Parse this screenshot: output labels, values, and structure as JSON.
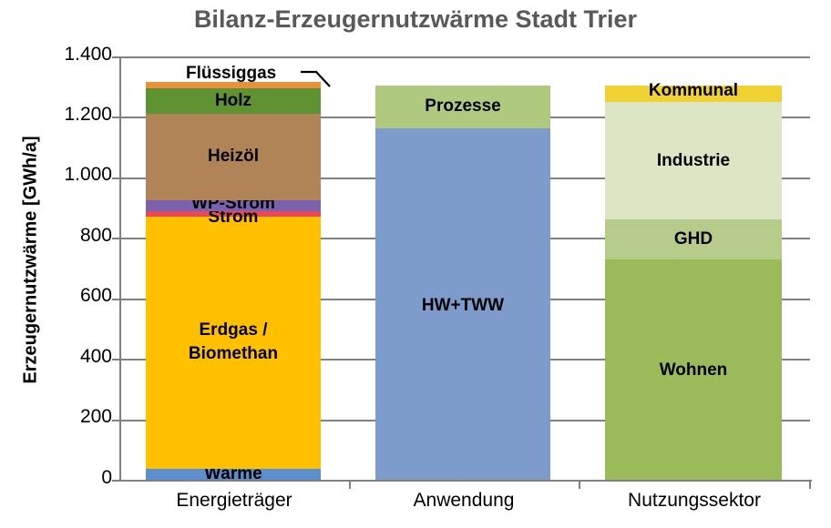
{
  "chart_data": {
    "type": "bar",
    "stacked": true,
    "title": "Bilanz-Erzeugernutzwärme Stadt Trier",
    "xlabel": "",
    "ylabel": "Erzeugernutzwärme [GWh/a]",
    "ylim": [
      0,
      1400
    ],
    "yticks": [
      0,
      200,
      400,
      600,
      800,
      1000,
      1200,
      1400
    ],
    "ytick_labels": [
      "0",
      "200",
      "400",
      "600",
      "800",
      "1.000",
      "1.200",
      "1.400"
    ],
    "grid": true,
    "legend": "none (in-bar labels)",
    "categories": [
      "Energieträger",
      "Anwendung",
      "Nutzungssektor"
    ],
    "columns": [
      {
        "category": "Energieträger",
        "total": 1315,
        "segments": [
          {
            "name": "Wärme",
            "value": 36,
            "color": "#5B8FD1"
          },
          {
            "name": "Erdgas /\nBiomethan",
            "label_line1": "Erdgas /",
            "label_line2": "Biomethan",
            "value": 834,
            "color": "#FFC000"
          },
          {
            "name": "Strom",
            "value": 18,
            "color": "#E8495A"
          },
          {
            "name": "WP-Strom",
            "value": 37,
            "color": "#7C62AE"
          },
          {
            "name": "Heizöl",
            "value": 285,
            "color": "#B08457"
          },
          {
            "name": "Holz",
            "value": 85,
            "color": "#5E9233"
          },
          {
            "name": "Flüssiggas",
            "value": 20,
            "color": "#E8903A"
          }
        ]
      },
      {
        "category": "Anwendung",
        "total": 1304,
        "segments": [
          {
            "name": "HW+TWW",
            "value": 1163,
            "color": "#7D9BCB"
          },
          {
            "name": "Prozesse",
            "value": 141,
            "color": "#AFC97E"
          }
        ]
      },
      {
        "category": "Nutzungssektor",
        "total": 1304,
        "segments": [
          {
            "name": "Wohnen",
            "value": 729,
            "color": "#9BBA59"
          },
          {
            "name": "GHD",
            "value": 133,
            "color": "#B7CC8B"
          },
          {
            "name": "Industrie",
            "value": 388,
            "color": "#DCE6C4"
          },
          {
            "name": "Kommunal",
            "value": 54,
            "color": "#EFD131"
          }
        ]
      }
    ],
    "annotations": [
      {
        "name": "fluessiggas-callout",
        "text": "Flüssiggas",
        "points_to": "Flüssiggas segment of Energieträger bar"
      }
    ]
  },
  "colors": {
    "title_text": "#595959",
    "axis": "#808080",
    "grid": "#808080",
    "text": "#000000",
    "background": "#FFFFFF"
  }
}
